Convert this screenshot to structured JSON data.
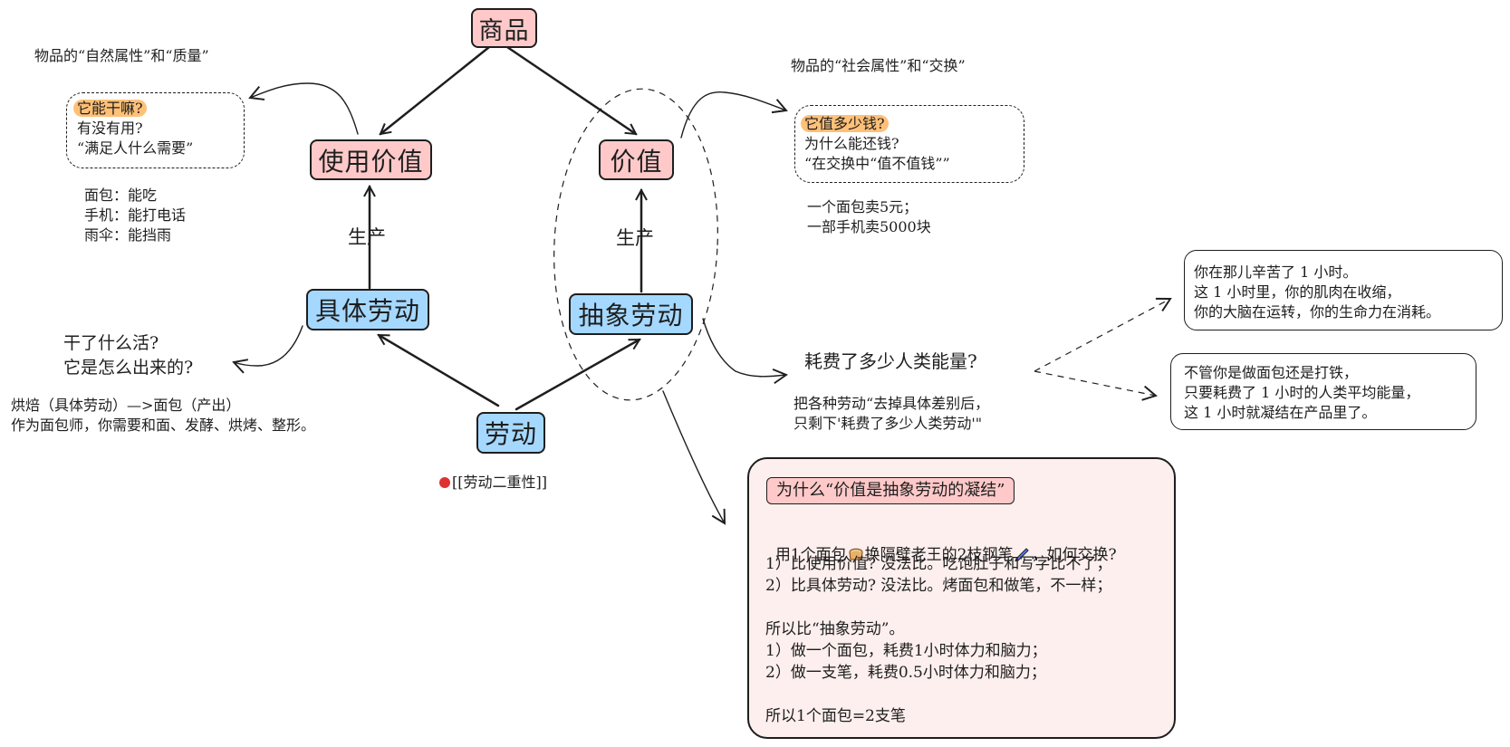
{
  "nodes": {
    "commodity": "商品",
    "use_value": "使用价值",
    "value": "价值",
    "concrete_labor": "具体劳动",
    "abstract_labor": "抽象劳动",
    "labor": "劳动"
  },
  "edge_labels": {
    "produce_left": "生产",
    "produce_right": "生产"
  },
  "use_value_side": {
    "heading": "物品的“自然属性”和“质量”",
    "question_highlight": "它能干嘛?",
    "question_lines": "有没有用?\n“满足人什么需要”",
    "examples": "面包：能吃\n手机：能打电话\n雨伞：能挡雨"
  },
  "value_side": {
    "heading": "物品的“社会属性”和“交换”",
    "question_highlight": "它值多少钱?",
    "question_lines": "为什么能还钱?\n“在交换中“值不值钱””",
    "examples": "一个面包卖5元；\n一部手机卖5000块"
  },
  "concrete_side": {
    "question": "干了什么活?\n它是怎么出来的?",
    "example": "烘焙（具体劳动）—>面包（产出）\n作为面包师，你需要和面、发酵、烘烤、整形。"
  },
  "abstract_side": {
    "question": "耗费了多少人类能量?",
    "explanation": "把各种劳动“去掉具体差别后，\n只剩下'耗费了多少人类劳动'\"",
    "note1": "你在那儿辛苦了 1 小时。\n这 1 小时里，你的肌肉在收缩，\n你的大脑在运转，你的生命力在消耗。",
    "note2": "不管你是做面包还是打铁，\n只要耗费了 1 小时的人类平均能量，\n这 1 小时就凝结在产品里了。"
  },
  "labor_link": "[[劳动二重性]]",
  "explain_box": {
    "title": "为什么“价值是抽象劳动的凝结”",
    "line_pre": "用1个面包",
    "line_mid": "换隔壁老王的2枝钢笔",
    "line_post": "，如何交换?",
    "body": "1）比使用价值? 没法比。吃饱肚子和写字比不了；\n2）比具体劳动? 没法比。烤面包和做笔，不一样；\n\n所以比“抽象劳动”。\n1）做一个面包，耗费1小时体力和脑力；\n2）做一支笔，耗费0.5小时体力和脑力；\n\n所以1个面包=2支笔"
  },
  "colors": {
    "pink": "#ffc9c9",
    "blue": "#a5d8ff",
    "highlight": "#ffc078",
    "box_fill": "#fcefed",
    "stroke": "#1e1e1e"
  },
  "icons": [
    "pin-icon",
    "bread-icon",
    "pen-icon"
  ]
}
